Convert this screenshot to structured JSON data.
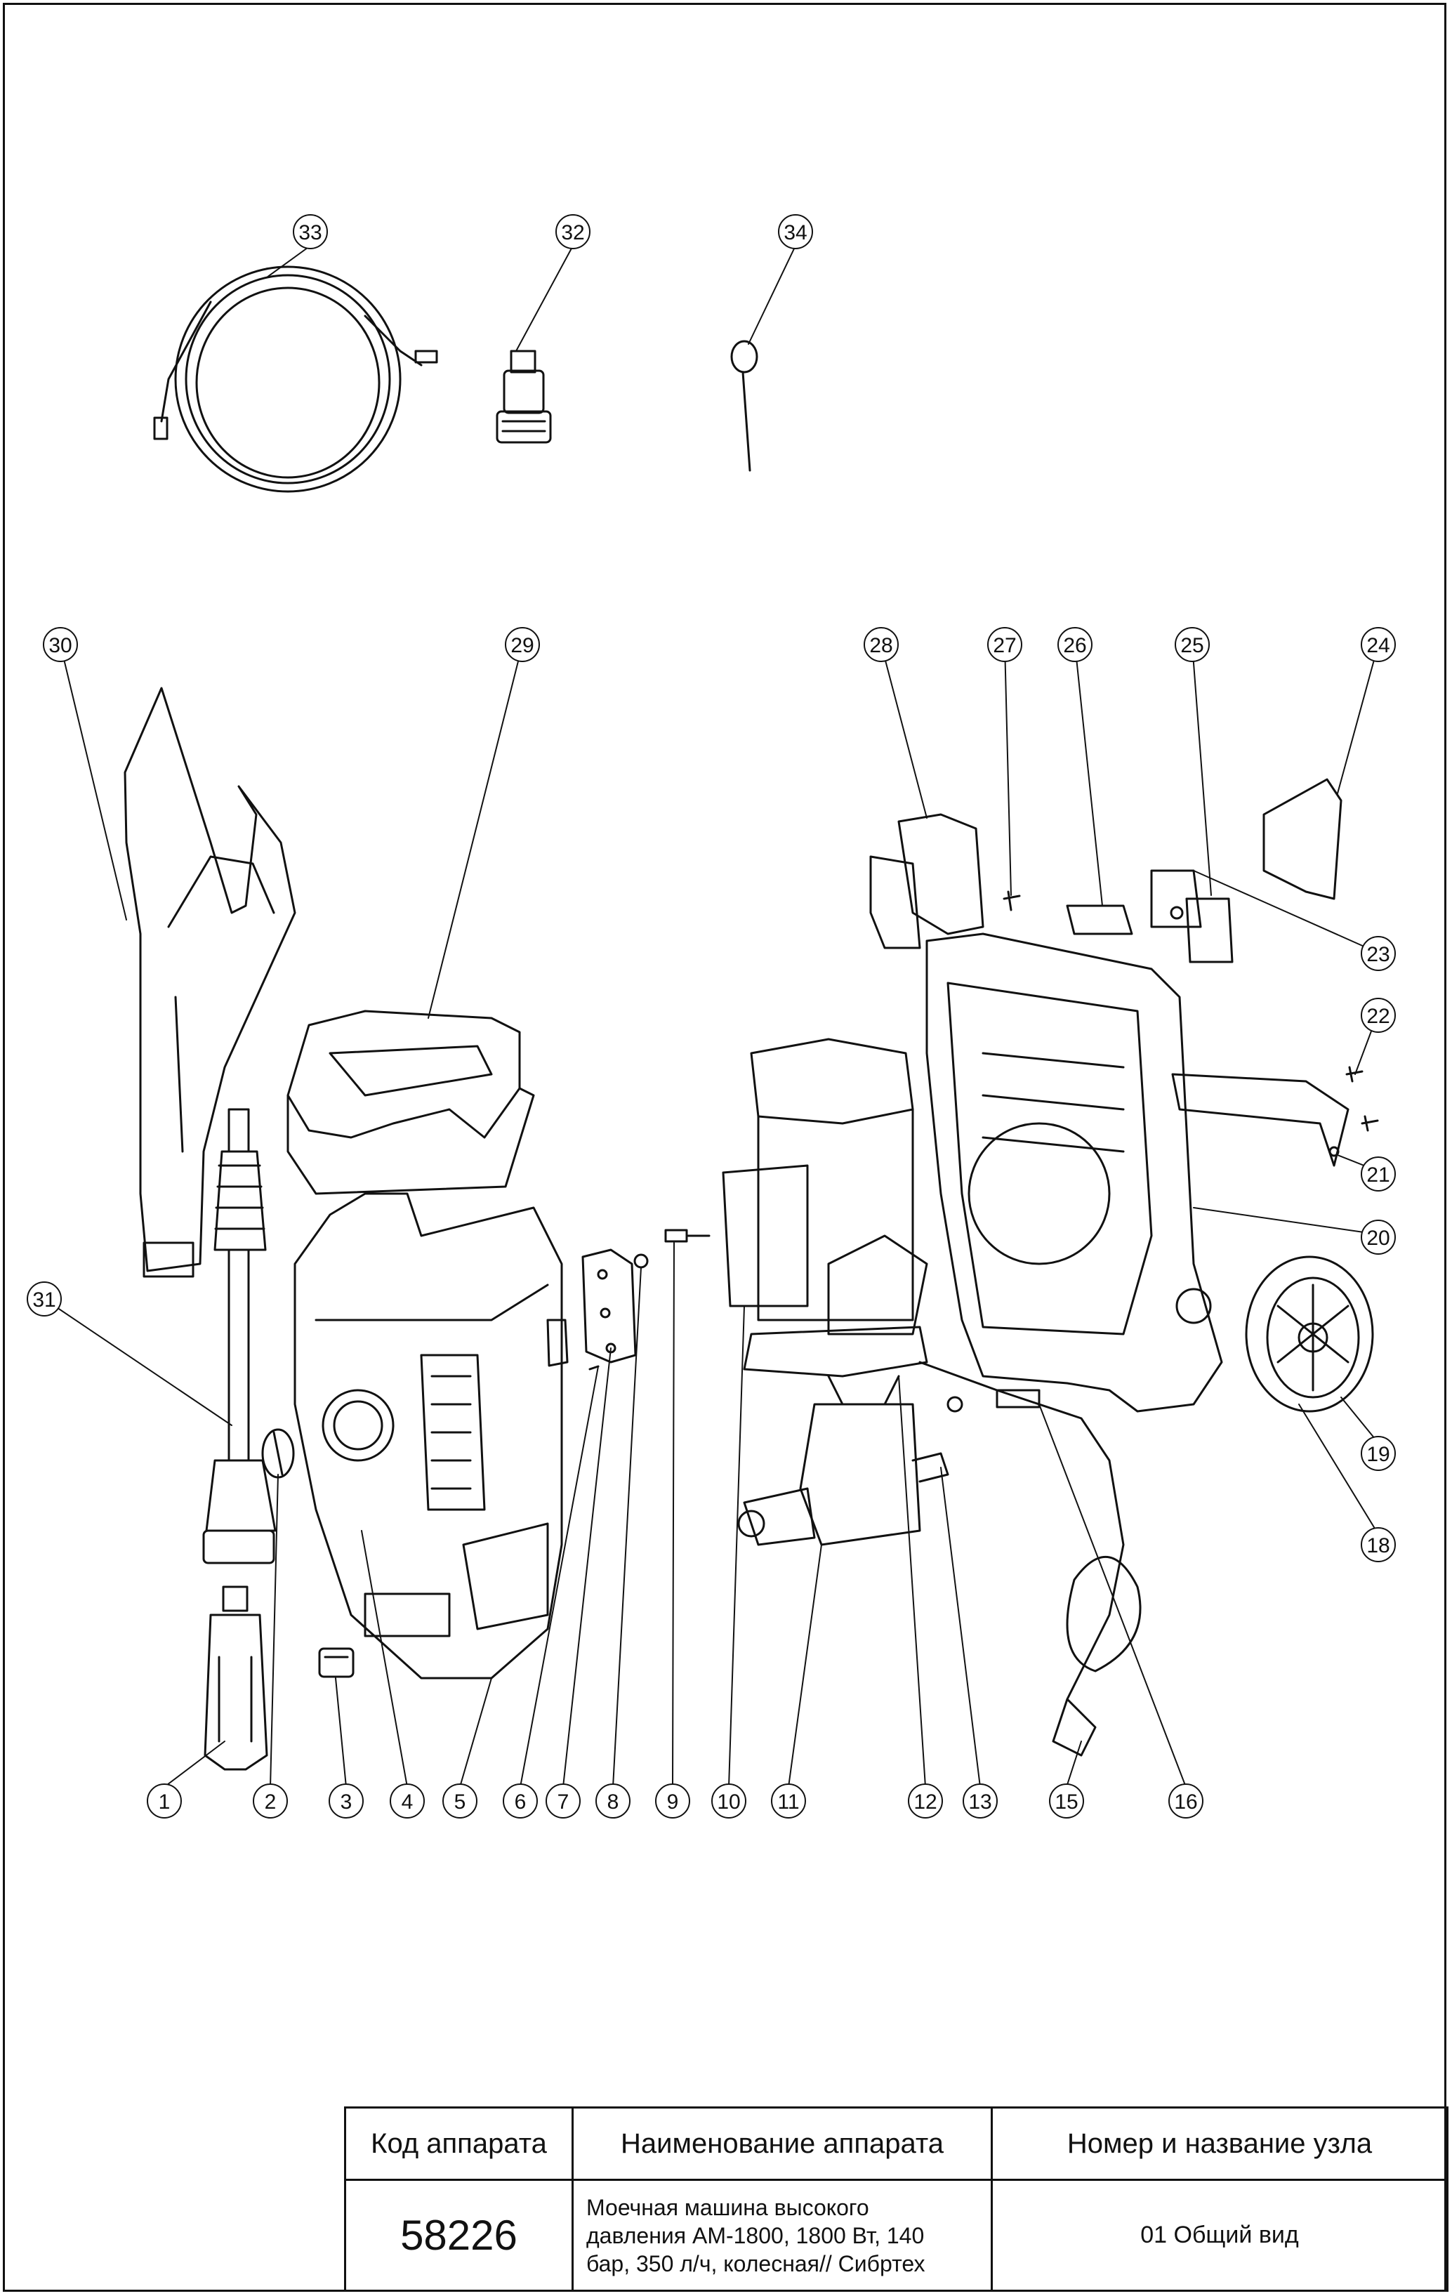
{
  "callouts": [
    "1",
    "2",
    "3",
    "4",
    "5",
    "6",
    "7",
    "8",
    "9",
    "10",
    "11",
    "12",
    "13",
    "15",
    "16",
    "18",
    "19",
    "20",
    "21",
    "22",
    "23",
    "24",
    "25",
    "26",
    "27",
    "28",
    "29",
    "30",
    "31",
    "32",
    "33",
    "34"
  ],
  "title_block": {
    "col1_header": "Код аппарата",
    "col2_header": "Наименование аппарата",
    "col3_header": "Номер и название узла",
    "code": "58226",
    "name_lines": [
      "Моечная машина высокого",
      "давления АМ-1800, 1800 Вт, 140",
      "бар, 350 л/ч, колесная// Сибртех"
    ],
    "node": "01 Общий вид"
  }
}
